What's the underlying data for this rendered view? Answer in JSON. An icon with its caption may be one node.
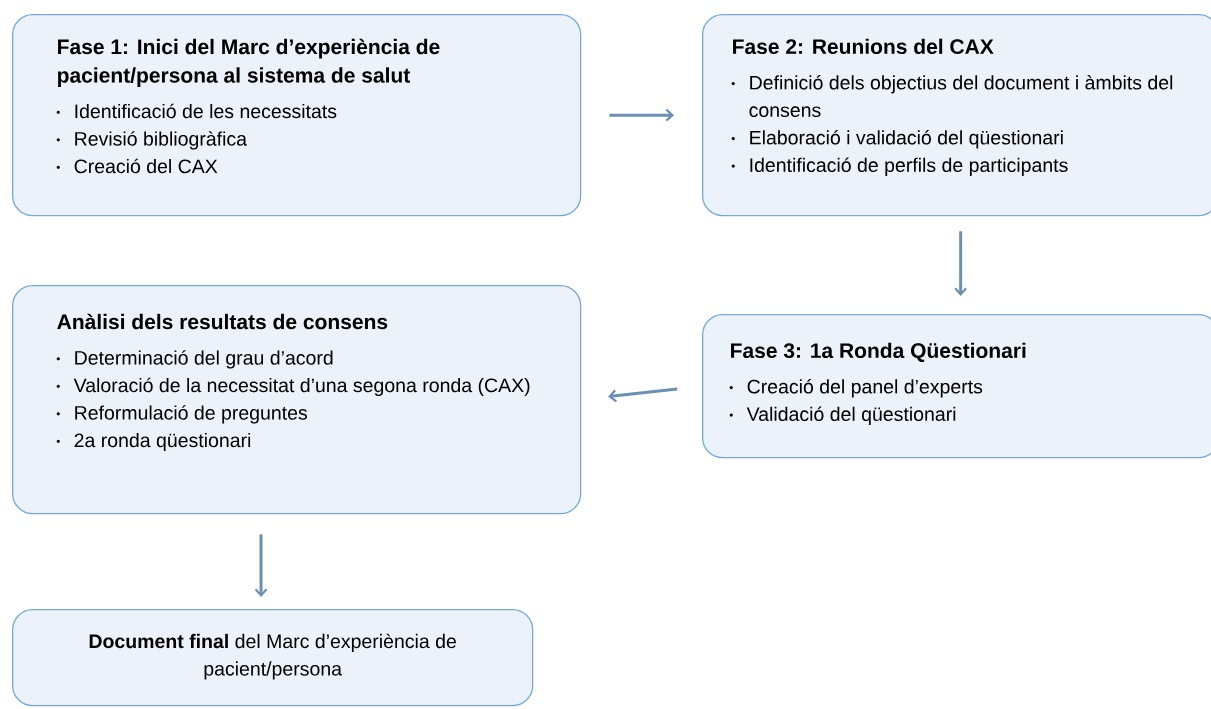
{
  "diagram": {
    "nodes": [
      {
        "text": [
          "Fase 1: Inici del Marc d’experiència de pacient/persona al sistema de salut",
          "Identificació de les necessitats",
          "Revisió bibliogràfica",
          "Creació del CAX"
        ]
      },
      {
        "text": [
          "Fase 2: Reunions del CAX",
          "Definició dels objectius del document i àmbits del consens",
          "Elaboració i validació del qüestionari",
          "Identificació de perfils de participants"
        ]
      },
      {
        "text": [
          "Fase 3: 1a Ronda Qüestionari",
          "Creació del panel d’experts",
          "Validació del qüestionari"
        ]
      },
      {
        "text": [
          "Anàlisi dels resultats de consens",
          "Determinació del grau d’acord",
          "Valoració de la necessitat d’una segona ronda (CAX)",
          "Reformulació de preguntes",
          "2a ronda qüestionari"
        ]
      },
      {
        "text": [
          "**Document final** del Marc d’experiència de pacient/persona"
        ]
      }
    ],
    "edges": [
      {
        "from": 0,
        "to": 1,
        "arrow": "to"
      },
      {
        "from": 1,
        "to": 2,
        "arrow": "to"
      },
      {
        "from": 2,
        "to": 3,
        "arrow": "to"
      },
      {
        "from": 3,
        "to": 4,
        "arrow": "to"
      }
    ]
  }
}
